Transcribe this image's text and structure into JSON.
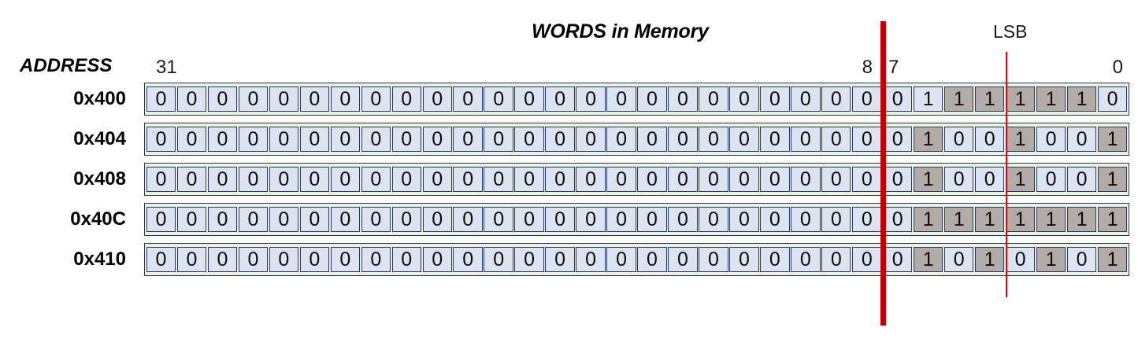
{
  "diagram": {
    "title": "WORDS in Memory",
    "lsb_label": "LSB",
    "address_header": "ADDRESS",
    "bit_indices": {
      "msb": "31",
      "byte_boundary_high": "8",
      "byte_boundary_low": "7",
      "lsb": "0"
    },
    "colors": {
      "cell_fill": "#dce3f1",
      "cell_highlight_fill": "#b3aca6",
      "cell_border": "#1f3864",
      "row_background": "#edf2dd",
      "marker_thick": "#c00000",
      "marker_thin": "#e8000d",
      "text": "#000000"
    },
    "markers": {
      "byte_divider": "thick-red-vertical-line-between-bit-8-and-bit-7",
      "nibble_divider": "thin-red-vertical-line-between-bit-4-and-bit-3"
    },
    "word_width_bits": 32,
    "rows": [
      {
        "address": "0x400",
        "bits": [
          "0",
          "0",
          "0",
          "0",
          "0",
          "0",
          "0",
          "0",
          "0",
          "0",
          "0",
          "0",
          "0",
          "0",
          "0",
          "0",
          "0",
          "0",
          "0",
          "0",
          "0",
          "0",
          "0",
          "0",
          "0",
          "1",
          "1",
          "1",
          "1",
          "1",
          "1",
          "0"
        ],
        "highlighted": [
          false,
          false,
          false,
          false,
          false,
          false,
          false,
          false,
          false,
          false,
          false,
          false,
          false,
          false,
          false,
          false,
          false,
          false,
          false,
          false,
          false,
          false,
          false,
          false,
          false,
          false,
          true,
          true,
          true,
          true,
          true,
          false
        ]
      },
      {
        "address": "0x404",
        "bits": [
          "0",
          "0",
          "0",
          "0",
          "0",
          "0",
          "0",
          "0",
          "0",
          "0",
          "0",
          "0",
          "0",
          "0",
          "0",
          "0",
          "0",
          "0",
          "0",
          "0",
          "0",
          "0",
          "0",
          "0",
          "0",
          "1",
          "0",
          "0",
          "1",
          "0",
          "0",
          "1"
        ],
        "highlighted": [
          false,
          false,
          false,
          false,
          false,
          false,
          false,
          false,
          false,
          false,
          false,
          false,
          false,
          false,
          false,
          false,
          false,
          false,
          false,
          false,
          false,
          false,
          false,
          false,
          false,
          true,
          false,
          false,
          true,
          false,
          false,
          true
        ]
      },
      {
        "address": "0x408",
        "bits": [
          "0",
          "0",
          "0",
          "0",
          "0",
          "0",
          "0",
          "0",
          "0",
          "0",
          "0",
          "0",
          "0",
          "0",
          "0",
          "0",
          "0",
          "0",
          "0",
          "0",
          "0",
          "0",
          "0",
          "0",
          "0",
          "1",
          "0",
          "0",
          "1",
          "0",
          "0",
          "1"
        ],
        "highlighted": [
          false,
          false,
          false,
          false,
          false,
          false,
          false,
          false,
          false,
          false,
          false,
          false,
          false,
          false,
          false,
          false,
          false,
          false,
          false,
          false,
          false,
          false,
          false,
          false,
          false,
          true,
          false,
          false,
          true,
          false,
          false,
          true
        ]
      },
      {
        "address": "0x40C",
        "bits": [
          "0",
          "0",
          "0",
          "0",
          "0",
          "0",
          "0",
          "0",
          "0",
          "0",
          "0",
          "0",
          "0",
          "0",
          "0",
          "0",
          "0",
          "0",
          "0",
          "0",
          "0",
          "0",
          "0",
          "0",
          "0",
          "1",
          "1",
          "1",
          "1",
          "1",
          "1",
          "1"
        ],
        "highlighted": [
          false,
          false,
          false,
          false,
          false,
          false,
          false,
          false,
          false,
          false,
          false,
          false,
          false,
          false,
          false,
          false,
          false,
          false,
          false,
          false,
          false,
          false,
          false,
          false,
          false,
          true,
          true,
          true,
          true,
          true,
          true,
          true
        ]
      },
      {
        "address": "0x410",
        "bits": [
          "0",
          "0",
          "0",
          "0",
          "0",
          "0",
          "0",
          "0",
          "0",
          "0",
          "0",
          "0",
          "0",
          "0",
          "0",
          "0",
          "0",
          "0",
          "0",
          "0",
          "0",
          "0",
          "0",
          "0",
          "0",
          "1",
          "0",
          "1",
          "0",
          "1",
          "0",
          "1"
        ],
        "highlighted": [
          false,
          false,
          false,
          false,
          false,
          false,
          false,
          false,
          false,
          false,
          false,
          false,
          false,
          false,
          false,
          false,
          false,
          false,
          false,
          false,
          false,
          false,
          false,
          false,
          false,
          true,
          false,
          true,
          false,
          true,
          false,
          true
        ]
      }
    ]
  }
}
